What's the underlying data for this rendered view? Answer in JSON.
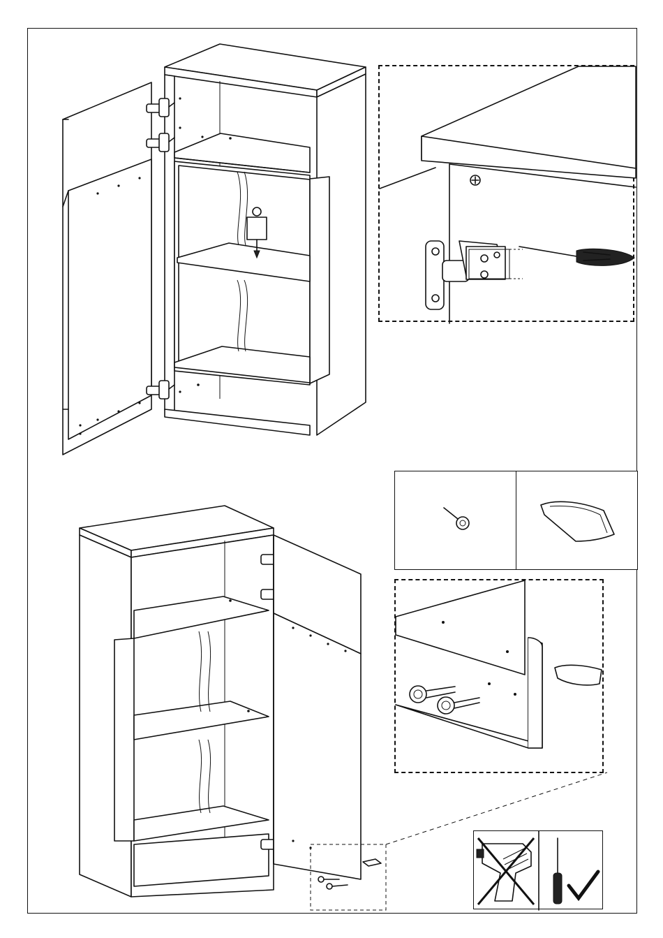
{
  "document": {
    "sheet": "assembly-instructions",
    "steps": [
      {
        "id": "hinge-adjustment",
        "detail": "hinge-screw-detail",
        "tool": "screwdriver-icon"
      },
      {
        "id": "handle-mounting",
        "parts": [
          "screw-icon",
          "handle-icon"
        ],
        "tools": {
          "forbidden": "power-drill-icon",
          "allowed": "screwdriver-icon"
        }
      }
    ],
    "colors": {
      "line": "#111111",
      "background": "#ffffff",
      "shade": "#e9e9e9"
    }
  }
}
